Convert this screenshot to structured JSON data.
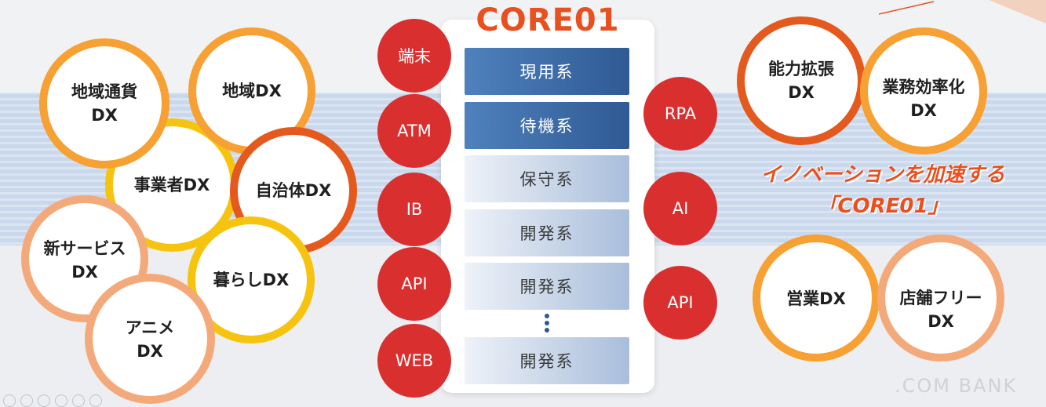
{
  "title": "CORE01",
  "systems": [
    "現用系",
    "待機系",
    "保守系",
    "開発系",
    "開発系",
    "開発系"
  ],
  "channels_left": [
    "端末",
    "ATM",
    "IB",
    "API",
    "WEB"
  ],
  "channels_right": [
    "RPA",
    "AI",
    "API"
  ],
  "left_dx": {
    "chiiki_tsuka": "地域通貨\nDX",
    "chiiki": "地域DX",
    "jigyosha": "事業者DX",
    "jichitai": "自治体DX",
    "shin_service": "新サービス\nDX",
    "kurashi": "暮らしDX",
    "anime": "アニメ\nDX"
  },
  "right_dx": {
    "noryoku": "能力拡張\nDX",
    "gyomu": "業務効率化\nDX",
    "eigyo": "営業DX",
    "tenpo": "店舗フリー\nDX"
  },
  "tagline": {
    "line1": "イノベーションを加速する",
    "line2": "「CORE01」"
  },
  "brand": ".COM BANK",
  "colors": {
    "accent_red": "#d9302f",
    "title_orange": "#e8501f",
    "ring_orange": "#f7a033",
    "ring_red_orange": "#e45a1e",
    "ring_yellow": "#f6c40f",
    "ring_peach": "#f4a97a",
    "system_dark_blue": "#2f5a94",
    "stripe_blue": "#c5d5ea"
  }
}
